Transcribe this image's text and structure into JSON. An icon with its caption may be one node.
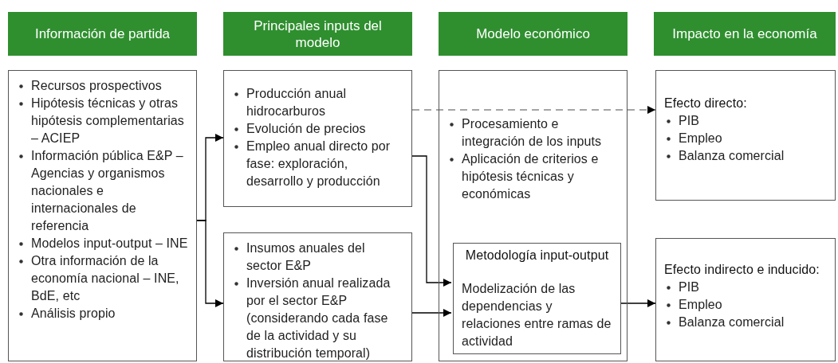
{
  "diagram": {
    "nodes": [
      {
        "text": [
          "Información de partida"
        ]
      },
      {
        "text": [
          "Principales inputs del modelo"
        ]
      },
      {
        "text": [
          "Modelo económico"
        ]
      },
      {
        "text": [
          "Impacto en la economía"
        ]
      },
      {
        "text": [
          "Recursos prospectivos",
          "Hipótesis técnicas y otras hipótesis complementarias – ACIEP",
          "Información pública E&P – Agencias y organismos nacionales e internacionales de referencia",
          "Modelos input-output – INE",
          "Otra información de la economía nacional – INE, BdE, etc",
          "Análisis propio"
        ]
      },
      {
        "text": [
          "Producción anual hidrocarburos",
          "Evolución de precios",
          "Empleo anual directo por fase: exploración, desarrollo y producción"
        ]
      },
      {
        "text": [
          "Insumos anuales del sector E&P",
          "Inversión anual realizada por el sector E&P (considerando cada fase de la actividad y su distribución temporal)"
        ]
      },
      {
        "text": [
          "Procesamiento e integración de los inputs",
          "Aplicación de criterios e hipótesis técnicas y económicas"
        ]
      },
      {
        "text": [
          "Metodología input-output",
          "Modelización de las dependencias y relaciones entre ramas de actividad"
        ],
        "in": 7
      },
      {
        "text": [
          "Efecto directo:",
          "PIB",
          "Empleo",
          "Balanza comercial"
        ]
      },
      {
        "text": [
          "Efecto indirecto e inducido:",
          "PIB",
          "Empleo",
          "Balanza comercial"
        ]
      }
    ],
    "edges": [
      {
        "from": 4,
        "to": 5,
        "arrow": "to"
      },
      {
        "from": 4,
        "to": 6,
        "arrow": "to"
      },
      {
        "from": 5,
        "to": 9,
        "arrow": "to",
        "style": "dashed",
        "color": "#888888"
      },
      {
        "from": 5,
        "to": 8,
        "arrow": "to"
      },
      {
        "from": 6,
        "to": 8,
        "arrow": "to"
      },
      {
        "from": 8,
        "to": 10,
        "arrow": "to"
      }
    ]
  }
}
